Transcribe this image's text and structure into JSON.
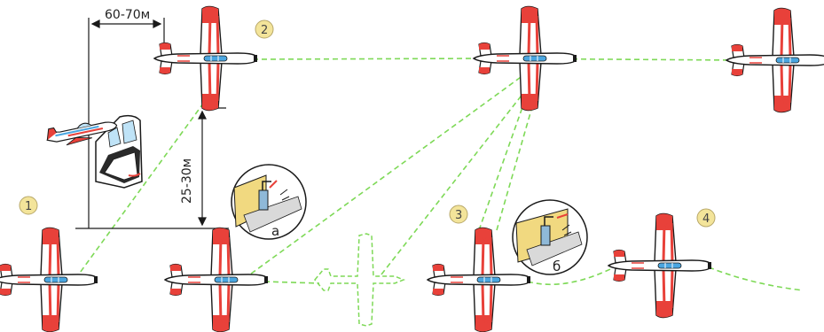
{
  "dimensions": {
    "horizontal_gap": "60-70м",
    "vertical_gap": "25-30м"
  },
  "position_markers": [
    "1",
    "2",
    "3",
    "4"
  ],
  "insets": {
    "a": "а",
    "b": "б"
  },
  "colors": {
    "path": "#7ed957",
    "marker_fill": "#f3e49a",
    "aircraft_red": "#e8413a",
    "aircraft_blue": "#4aa6e0",
    "outline": "#1a1a1a"
  }
}
